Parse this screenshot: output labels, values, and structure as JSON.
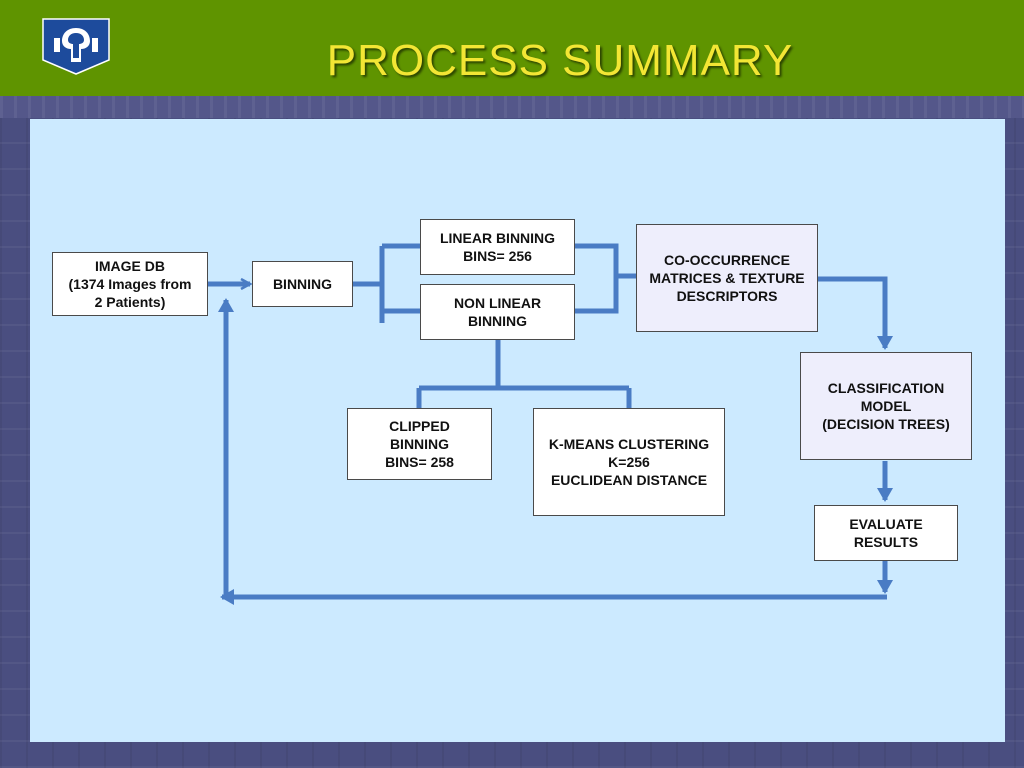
{
  "slide": {
    "title": "PROCESS SUMMARY",
    "logo_icon": "university-shield-logo",
    "colors": {
      "header": "#5f9400",
      "title": "#f3e634",
      "panel": "#cceaff",
      "connector": "#4a7cc4"
    }
  },
  "nodes": {
    "image_db": [
      "IMAGE DB",
      "(1374 Images from",
      "2 Patients)"
    ],
    "binning": [
      "BINNING"
    ],
    "linear_binning": [
      "LINEAR BINNING",
      "BINS= 256"
    ],
    "non_linear_binning": [
      "NON LINEAR",
      "BINNING"
    ],
    "clipped_binning": [
      "CLIPPED",
      "BINNING",
      "BINS= 258"
    ],
    "kmeans": [
      "K-MEANS CLUSTERING",
      "K=256",
      "EUCLIDEAN DISTANCE"
    ],
    "cooccurrence": [
      "CO-OCCURRENCE",
      "MATRICES & TEXTURE",
      "DESCRIPTORS"
    ],
    "classification": [
      "CLASSIFICATION",
      "MODEL",
      "(DECISION TREES)"
    ],
    "evaluate": [
      "EVALUATE",
      "RESULTS"
    ]
  },
  "edges": [
    {
      "from": "image_db",
      "to": "binning"
    },
    {
      "from": "binning",
      "to": "linear_binning"
    },
    {
      "from": "binning",
      "to": "non_linear_binning"
    },
    {
      "from": "linear_binning",
      "to": "cooccurrence"
    },
    {
      "from": "non_linear_binning",
      "to": "cooccurrence"
    },
    {
      "from": "non_linear_binning",
      "to": "clipped_binning"
    },
    {
      "from": "non_linear_binning",
      "to": "kmeans"
    },
    {
      "from": "cooccurrence",
      "to": "classification"
    },
    {
      "from": "classification",
      "to": "evaluate"
    },
    {
      "from": "evaluate",
      "to": "binning"
    }
  ]
}
